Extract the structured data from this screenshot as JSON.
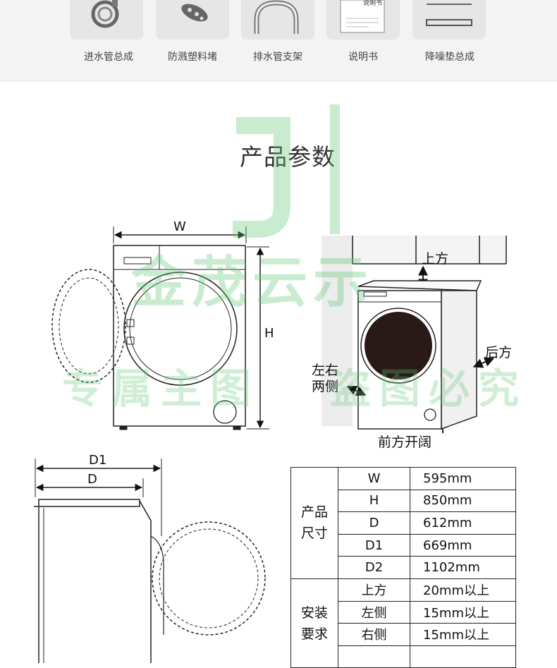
{
  "accessories": [
    {
      "label": "进水管总成",
      "icon": "inlet-hose-icon"
    },
    {
      "label": "防溅塑料堵",
      "icon": "splash-plug-icon"
    },
    {
      "label": "排水管支架",
      "icon": "drain-bracket-icon"
    },
    {
      "label": "说明书",
      "icon": "manual-icon",
      "cover_text": "说明书"
    },
    {
      "label": "降噪垫总成",
      "icon": "noise-pad-icon"
    }
  ],
  "section_title": "产品参数",
  "front_diagram": {
    "width_label": "W",
    "height_label": "H"
  },
  "install_diagram": {
    "top_label": "上方",
    "back_label": "后方",
    "sides_label_line1": "左右",
    "sides_label_line2": "两侧",
    "front_label": "前方开阔"
  },
  "side_diagram": {
    "d1_label": "D1",
    "d_label": "D"
  },
  "spec_table": {
    "size_group_line1": "产品",
    "size_group_line2": "尺寸",
    "size_rows": [
      {
        "key": "W",
        "value": "595mm"
      },
      {
        "key": "H",
        "value": "850mm"
      },
      {
        "key": "D",
        "value": "612mm"
      },
      {
        "key": "D1",
        "value": "669mm"
      },
      {
        "key": "D2",
        "value": "1102mm"
      }
    ],
    "install_group_line1": "安装",
    "install_group_line2": "要求",
    "install_rows": [
      {
        "key": "上方",
        "value": "20mm以上"
      },
      {
        "key": "左侧",
        "value": "15mm以上"
      },
      {
        "key": "右侧",
        "value": "15mm以上"
      }
    ]
  },
  "watermark": {
    "line1": "金茂云示",
    "line2": "专属主图",
    "line3": "盗图必究",
    "color": "#64c878"
  }
}
